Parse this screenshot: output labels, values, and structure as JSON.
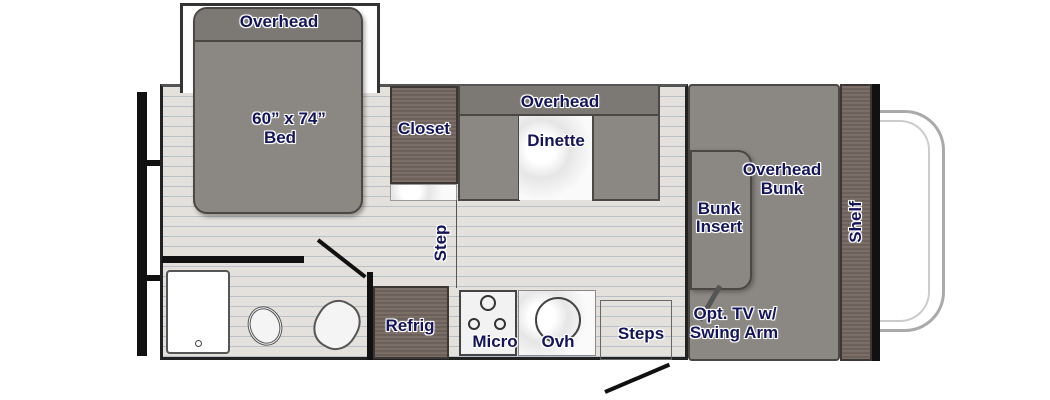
{
  "floorplan": {
    "labels": {
      "bed_overhead": "Overhead",
      "bed_size": "60” x 74”",
      "bed": "Bed",
      "closet": "Closet",
      "dinette_overhead": "Overhead",
      "dinette": "Dinette",
      "step": "Step",
      "refrig": "Refrig",
      "micro": "Micro",
      "ovh": "Ovh",
      "steps": "Steps",
      "tv_line1": "Opt. TV w/",
      "tv_line2": "Swing Arm",
      "bunk_insert_line1": "Bunk",
      "bunk_insert_line2": "Insert",
      "overhead_bunk_line1": "Overhead",
      "overhead_bunk_line2": "Bunk",
      "shelf": "Shelf"
    },
    "colors": {
      "label": "#14145a",
      "cabinet": "#6c615a",
      "bed": "#8b8783",
      "floor": "#e4e1dc"
    }
  }
}
